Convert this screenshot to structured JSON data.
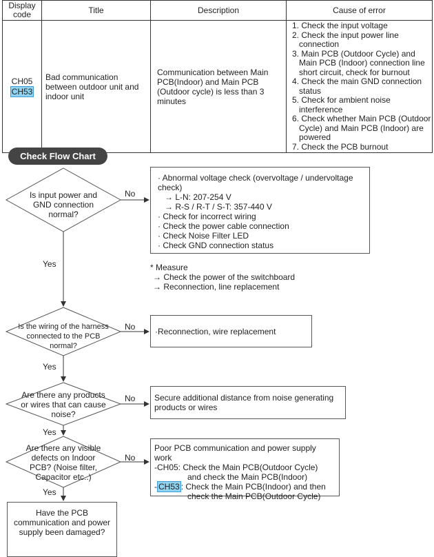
{
  "table": {
    "headers": [
      "Display code",
      "Title",
      "Description",
      "Cause of error"
    ],
    "codes": [
      "CH05",
      "CH53"
    ],
    "title": "Bad communication between outdoor unit and indoor unit",
    "description": "Communication between Main PCB(Indoor) and Main PCB (Outdoor cycle) is less than 3 minutes",
    "causes": [
      "1. Check the input voltage",
      "2. Check the input power line connection",
      "3. Main PCB (Outdoor Cycle) and Main PCB (Indoor) connection line short circuit, check for burnout",
      "4. Check the main GND connection status",
      "5. Check for ambient noise interference",
      "6. Check whether Main PCB (Outdoor Cycle) and Main PCB (Indoor) are powered",
      "7. Check the PCB burnout"
    ]
  },
  "flow": {
    "heading": "Check Flow Chart",
    "decisions": [
      "Is input power and GND connection normal?",
      "Is the wiring of the harness connected to the PCB normal?",
      "Are there any products or wires that can cause noise?",
      "Are there any visible defects on Indoor PCB? (Noise filter, Capacitor etc..)"
    ],
    "yes_label": "Yes",
    "no_label": "No",
    "box1": [
      "· Abnormal voltage check (overvoltage / undervoltage check)",
      "→ L-N: 207-254 V",
      "→ R-S / R-T / S-T: 357-440 V",
      "· Check for incorrect wiring",
      "· Check the power cable connection",
      "· Check Noise Filter LED",
      "· Check GND connection status"
    ],
    "measure": [
      "* Measure",
      "→ Check the power of the switchboard",
      "→ Reconnection, line replacement"
    ],
    "box2": "·Reconnection,  wire replacement",
    "box3": "Secure additional distance from noise generating products or wires",
    "box4": {
      "line1": "Poor PCB communication and power supply work",
      "line2": "-CH05: Check the Main PCB(Outdoor Cycle)",
      "line3": "and check the Main PCB(Indoor)",
      "line4_prefix": "-",
      "line4_code": "CH53",
      "line4_rest": ": Check the Main PCB(Indoor) and then",
      "line5": "check the Main PCB(Outdoor Cycle)"
    },
    "final_question": "Have the PCB communication and power supply been damaged?"
  },
  "colors": {
    "highlight": "#8fd3f0",
    "pill": "#444444"
  }
}
